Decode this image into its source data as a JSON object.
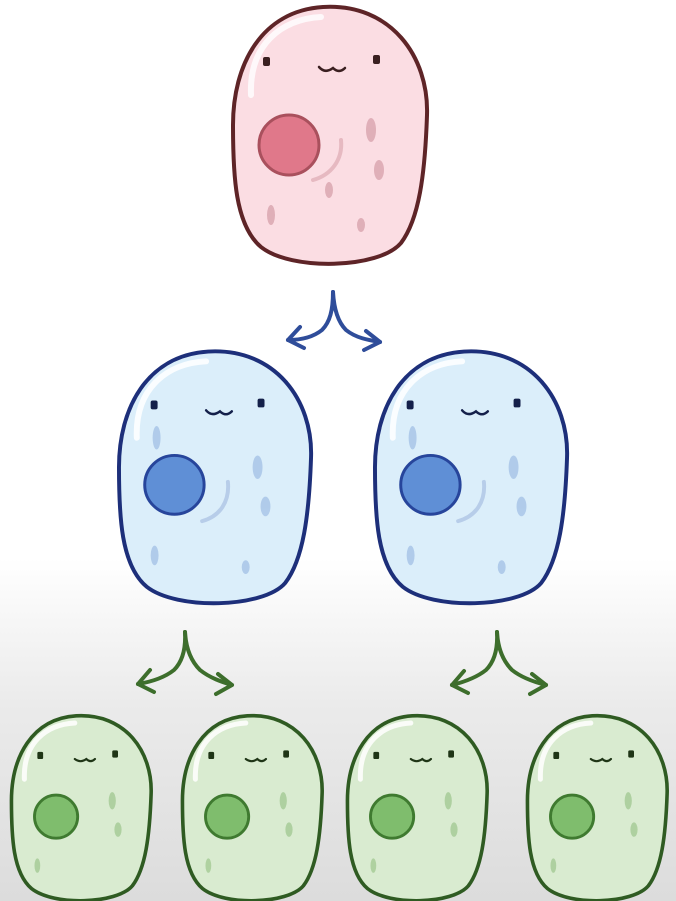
{
  "diagram": {
    "description_free": true,
    "generations": [
      {
        "level": 1,
        "count": 1,
        "theme": "pink"
      },
      {
        "level": 2,
        "count": 2,
        "theme": "blue"
      },
      {
        "level": 3,
        "count": 4,
        "theme": "green"
      }
    ],
    "themes": {
      "pink": {
        "fill": "#fbdde3",
        "stroke": "#5e2427",
        "nucleus": "#e0788a",
        "nucleus_stroke": "#a9505d",
        "spots": "#d9a4ae"
      },
      "blue": {
        "fill": "#dbeefa",
        "stroke": "#1d2f7a",
        "nucleus": "#5f8fd6",
        "nucleus_stroke": "#27459b",
        "spots": "#a9c6e8"
      },
      "green": {
        "fill": "#d9ebd0",
        "stroke": "#2f5b22",
        "nucleus": "#7fbd6d",
        "nucleus_stroke": "#3f7a30",
        "spots": "#a7cc98"
      }
    },
    "arrow_colors": {
      "level1_to_level2": "#2f4d9a",
      "level2_to_level3": "#3d6e2c"
    },
    "background": "#ffffff"
  }
}
